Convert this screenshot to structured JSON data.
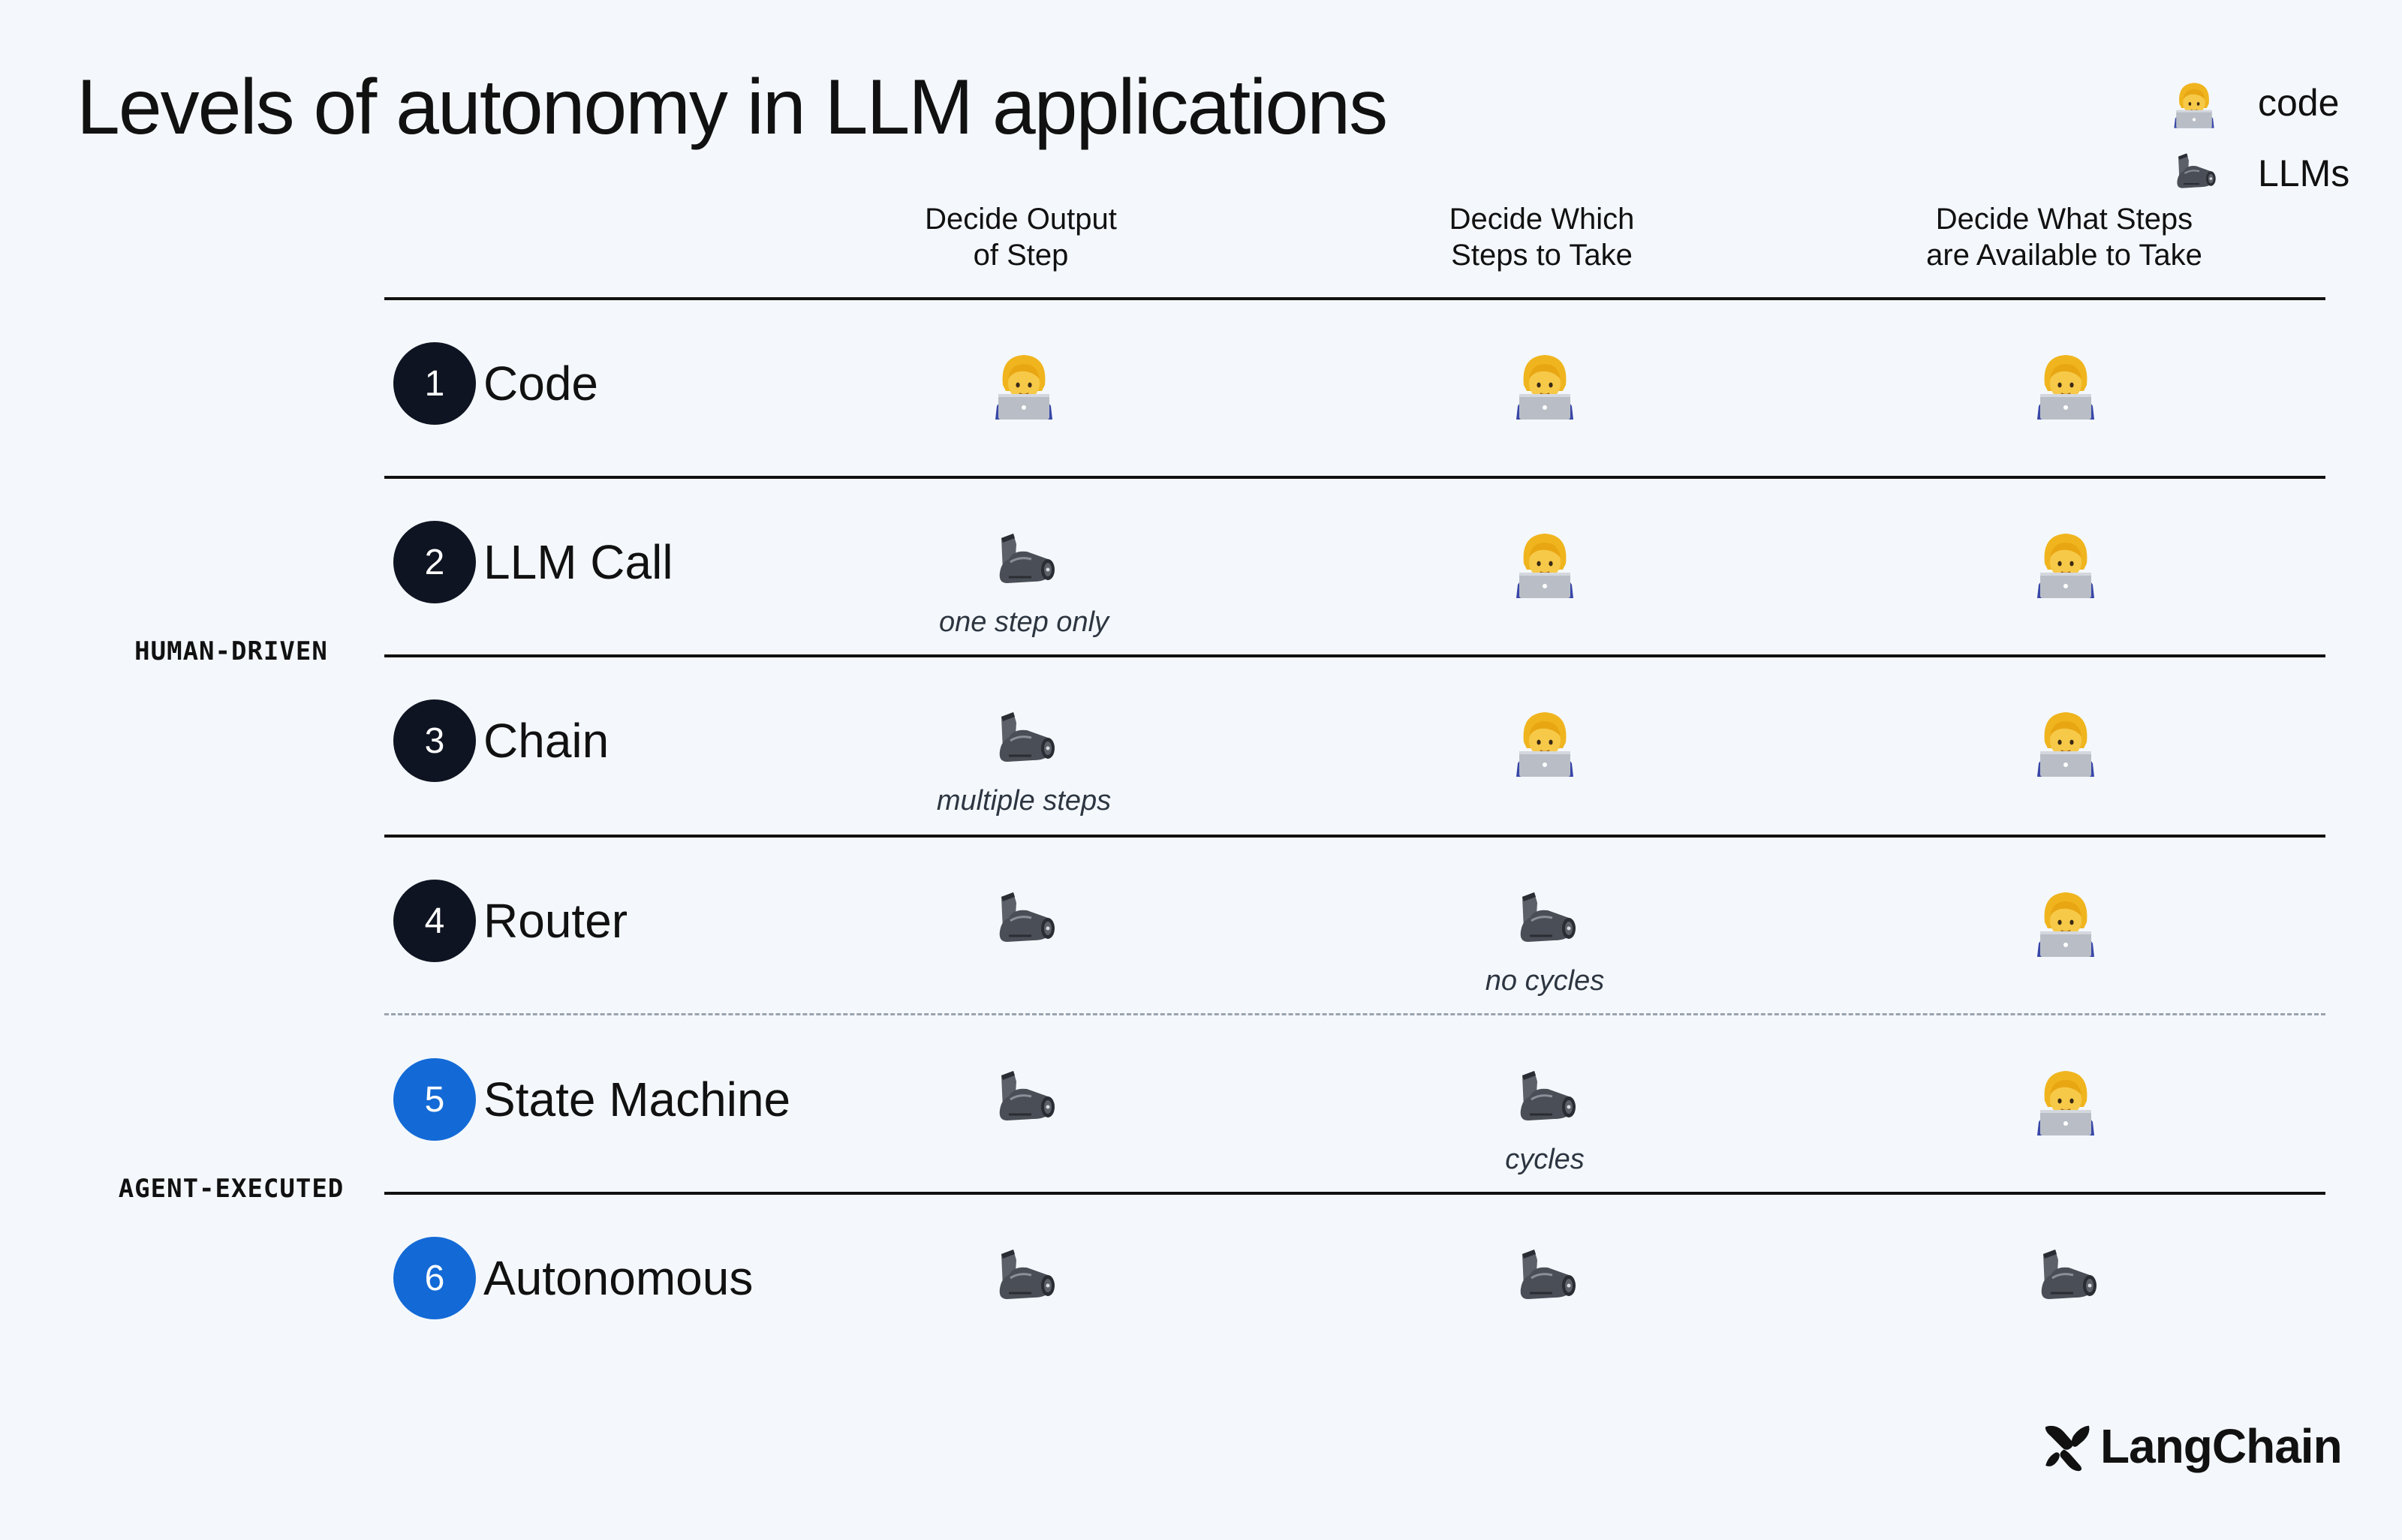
{
  "title": "Levels of autonomy in LLM applications",
  "legend": [
    {
      "icon": "technologist-icon",
      "label": "code"
    },
    {
      "icon": "mechanical-arm-icon",
      "label": "LLMs"
    }
  ],
  "columns": [
    {
      "line1": "Decide Output",
      "line2": "of Step"
    },
    {
      "line1": "Decide Which",
      "line2": "Steps to Take"
    },
    {
      "line1": "Decide What Steps",
      "line2": "are Available to Take"
    }
  ],
  "groups": {
    "human": "HUMAN-DRIVEN",
    "agent": "AGENT-EXECUTED"
  },
  "rows": [
    {
      "number": "1",
      "label": "Code",
      "group": "human",
      "cells": [
        {
          "icon": "code",
          "note": ""
        },
        {
          "icon": "code",
          "note": ""
        },
        {
          "icon": "code",
          "note": ""
        }
      ]
    },
    {
      "number": "2",
      "label": "LLM Call",
      "group": "human",
      "cells": [
        {
          "icon": "llm",
          "note": "one step only"
        },
        {
          "icon": "code",
          "note": ""
        },
        {
          "icon": "code",
          "note": ""
        }
      ]
    },
    {
      "number": "3",
      "label": "Chain",
      "group": "human",
      "cells": [
        {
          "icon": "llm",
          "note": "multiple steps"
        },
        {
          "icon": "code",
          "note": ""
        },
        {
          "icon": "code",
          "note": ""
        }
      ]
    },
    {
      "number": "4",
      "label": "Router",
      "group": "human",
      "cells": [
        {
          "icon": "llm",
          "note": ""
        },
        {
          "icon": "llm",
          "note": "no cycles"
        },
        {
          "icon": "code",
          "note": ""
        }
      ]
    },
    {
      "number": "5",
      "label": "State Machine",
      "group": "agent",
      "cells": [
        {
          "icon": "llm",
          "note": ""
        },
        {
          "icon": "llm",
          "note": "cycles"
        },
        {
          "icon": "code",
          "note": ""
        }
      ]
    },
    {
      "number": "6",
      "label": "Autonomous",
      "group": "agent",
      "cells": [
        {
          "icon": "llm",
          "note": ""
        },
        {
          "icon": "llm",
          "note": ""
        },
        {
          "icon": "llm",
          "note": ""
        }
      ]
    }
  ],
  "logo": "LangChain",
  "colors": {
    "background": "#f4f8fd",
    "human_badge": "#0f1422",
    "agent_badge": "#136ad6",
    "divider": "#111111",
    "dashed_divider": "#9aa3ad"
  }
}
